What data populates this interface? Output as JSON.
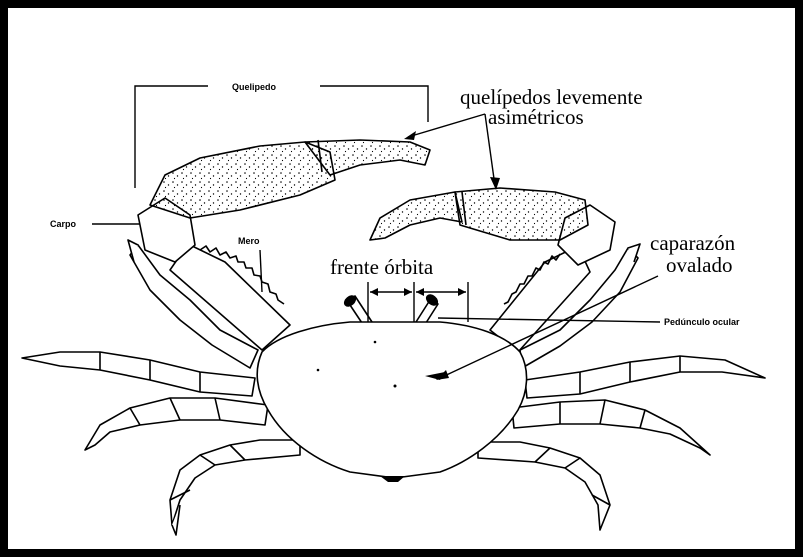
{
  "labels": {
    "quelipedo": "Quelipedo",
    "quelipedos_line1": "quelípedos levemente",
    "quelipedos_line2": "asimétricos",
    "carpo": "Carpo",
    "mero": "Mero",
    "frente_orbita": "frente órbita",
    "caparazon_line1": "caparazón",
    "caparazon_line2": "ovalado",
    "pedunculo": "Pedúnculo ocular"
  },
  "colors": {
    "ink": "#000000",
    "paper": "#ffffff"
  }
}
